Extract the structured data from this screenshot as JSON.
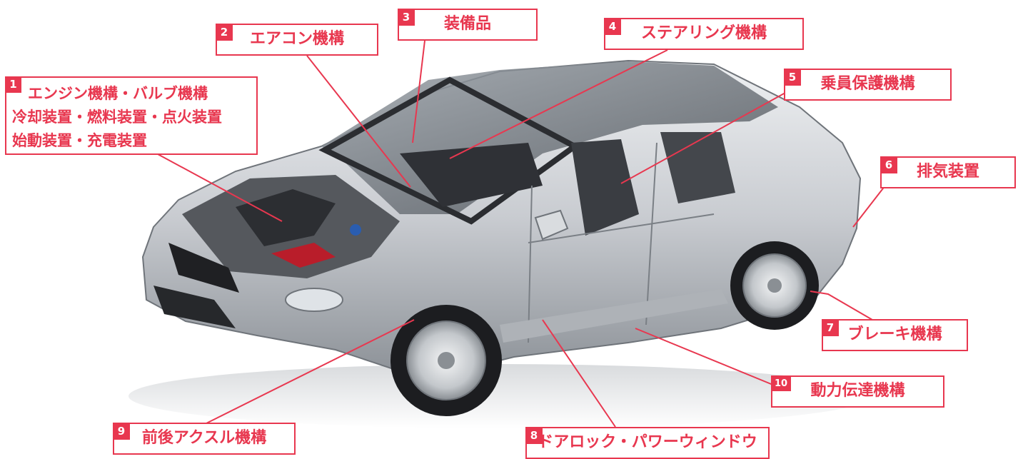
{
  "colors": {
    "accent": "#e8374f",
    "car_body": "#c9ccd1",
    "dark": "#2b2d31"
  },
  "labels": [
    {
      "num": "1",
      "lines": [
        "エンジン機構・バルブ機構",
        "冷却装置・燃料装置・点火装置",
        "始動装置・充電装置"
      ]
    },
    {
      "num": "2",
      "lines": [
        "エアコン機構"
      ]
    },
    {
      "num": "3",
      "lines": [
        "装備品"
      ]
    },
    {
      "num": "4",
      "lines": [
        "ステアリング機構"
      ]
    },
    {
      "num": "5",
      "lines": [
        "乗員保護機構"
      ]
    },
    {
      "num": "6",
      "lines": [
        "排気装置"
      ]
    },
    {
      "num": "7",
      "lines": [
        "ブレーキ機構"
      ]
    },
    {
      "num": "8",
      "lines": [
        "ドアロック・パワーウィンドウ"
      ]
    },
    {
      "num": "9",
      "lines": [
        "前後アクスル機構"
      ]
    },
    {
      "num": "10",
      "lines": [
        "動力伝達機構"
      ]
    }
  ]
}
